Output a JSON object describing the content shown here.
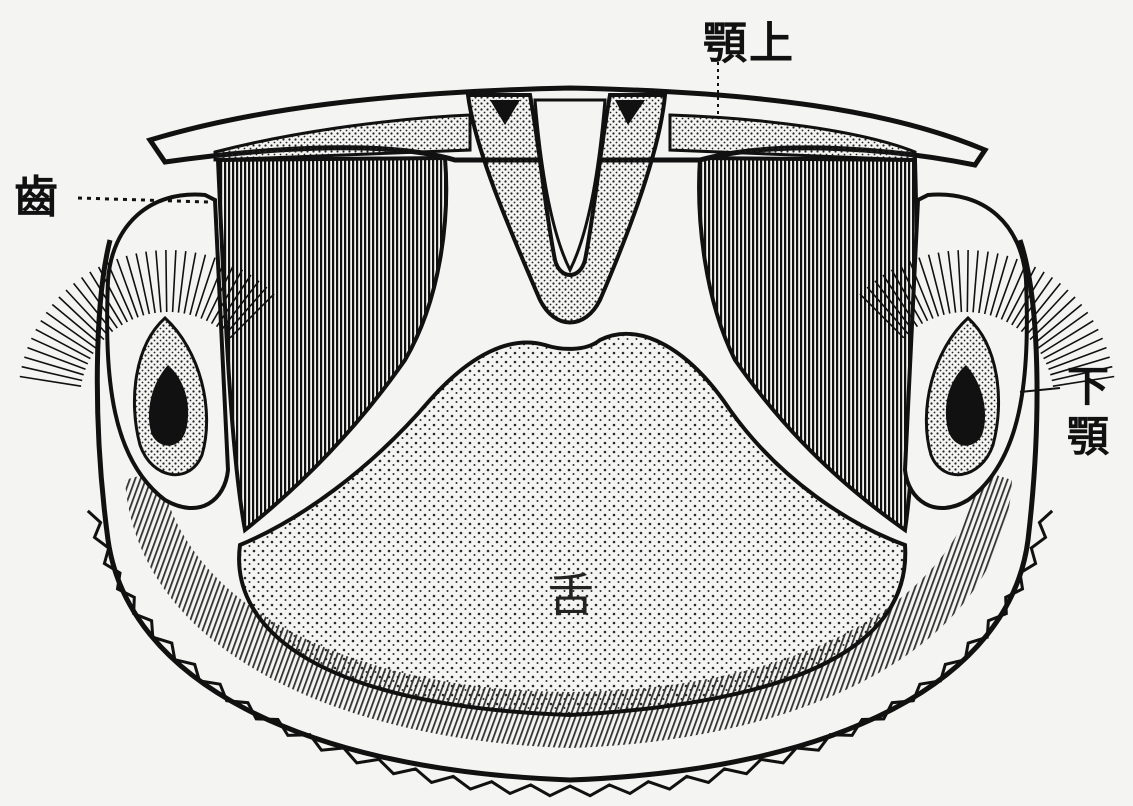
{
  "labels": {
    "upper_jaw": "顎上",
    "left_side": "齒",
    "lower_jaw": "下顎",
    "tongue": "舌"
  },
  "colors": {
    "ink": "#111111",
    "paper": "#f4f4f2",
    "stipple": "#2a2a2a"
  }
}
